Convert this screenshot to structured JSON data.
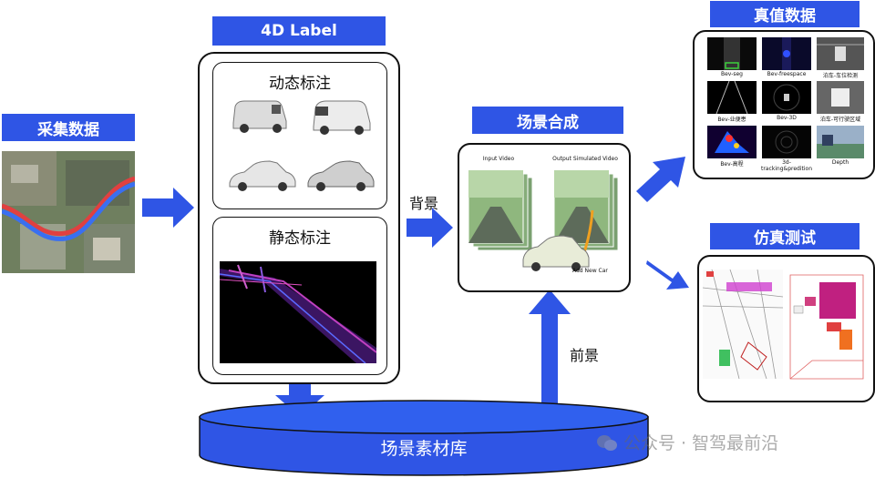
{
  "source": {
    "title": "采集数据"
  },
  "label": {
    "title": "4D Label",
    "dynamic_title": "动态标注",
    "static_title": "静态标注"
  },
  "synthesis": {
    "title": "场景合成",
    "background": "背景",
    "foreground": "前景",
    "video_input": "Input Video",
    "video_output": "Output Simulated Video",
    "add_car": "Add New Car"
  },
  "truth": {
    "title": "真值数据",
    "captions": [
      "Bev-seg",
      "Bev-freespace",
      "泊车-车位检测",
      "Bev-业便患",
      "Bev-3D",
      "泊车-可行驶区域",
      "Bev-高程",
      "3d-tracking&predition",
      "Depth"
    ]
  },
  "sim": {
    "title": "仿真测试"
  },
  "library": {
    "title": "场景素材库"
  },
  "watermark": {
    "text": "公众号 · 智驾最前沿"
  },
  "colors": {
    "accent": "#2f55e5",
    "disk": "#2f55e5"
  }
}
